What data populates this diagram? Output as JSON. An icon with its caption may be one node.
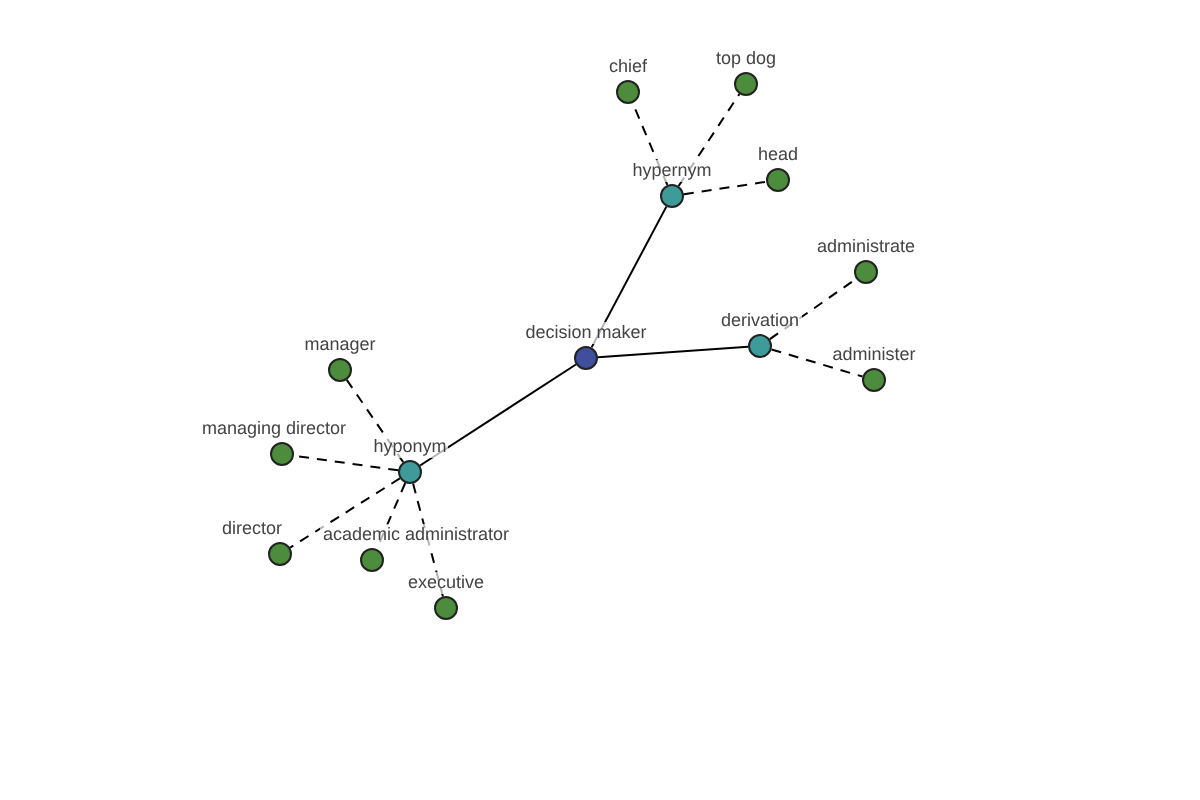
{
  "diagram": {
    "nodes": [
      {
        "text": [
          "decision maker"
        ]
      },
      {
        "text": [
          "hypernym"
        ]
      },
      {
        "text": [
          "chief"
        ]
      },
      {
        "text": [
          "top dog"
        ]
      },
      {
        "text": [
          "head"
        ]
      },
      {
        "text": [
          "derivation"
        ]
      },
      {
        "text": [
          "administrate"
        ]
      },
      {
        "text": [
          "administer"
        ]
      },
      {
        "text": [
          "hyponym"
        ]
      },
      {
        "text": [
          "manager"
        ]
      },
      {
        "text": [
          "managing director"
        ]
      },
      {
        "text": [
          "director"
        ]
      },
      {
        "text": [
          "academic administrator"
        ]
      },
      {
        "text": [
          "executive"
        ]
      }
    ],
    "edges": [
      {
        "from": 0,
        "to": 1,
        "arrow": "none"
      },
      {
        "from": 1,
        "to": 2,
        "arrow": "none",
        "style": "dashed"
      },
      {
        "from": 1,
        "to": 3,
        "arrow": "none",
        "style": "dashed"
      },
      {
        "from": 1,
        "to": 4,
        "arrow": "none",
        "style": "dashed"
      },
      {
        "from": 0,
        "to": 5,
        "arrow": "none"
      },
      {
        "from": 5,
        "to": 6,
        "arrow": "none",
        "style": "dashed"
      },
      {
        "from": 5,
        "to": 7,
        "arrow": "none",
        "style": "dashed"
      },
      {
        "from": 0,
        "to": 8,
        "arrow": "none"
      },
      {
        "from": 8,
        "to": 9,
        "arrow": "none",
        "style": "dashed"
      },
      {
        "from": 8,
        "to": 10,
        "arrow": "none",
        "style": "dashed"
      },
      {
        "from": 8,
        "to": 11,
        "arrow": "none",
        "style": "dashed"
      },
      {
        "from": 8,
        "to": 12,
        "arrow": "none",
        "style": "dashed"
      },
      {
        "from": 8,
        "to": 13,
        "arrow": "none",
        "style": "dashed"
      }
    ]
  }
}
